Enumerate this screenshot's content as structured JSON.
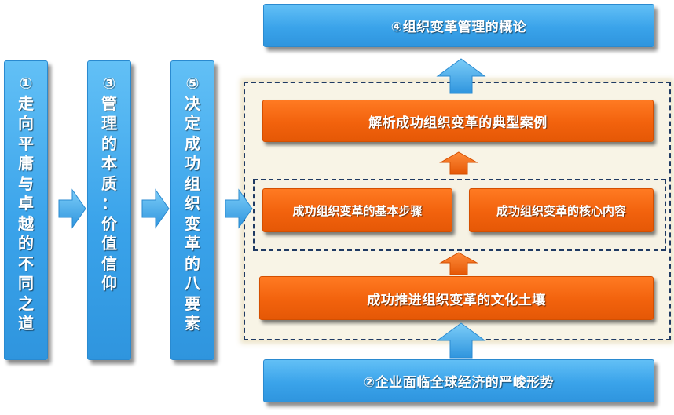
{
  "left_columns": [
    {
      "text": "①走向平庸与卓越的不同之道"
    },
    {
      "text": "③管理的本质：价值信仰"
    },
    {
      "text": "⑤决定成功组织变革的八要素"
    }
  ],
  "top_box": {
    "text": "④组织变革管理的概论"
  },
  "bottom_box": {
    "text": "②企业面临全球经济的严峻形势"
  },
  "framework": {
    "case_box": {
      "text": "解析成功组织变革的典型案例"
    },
    "steps_box": {
      "text": "成功组织变革的基本步骤"
    },
    "core_box": {
      "text": "成功组织变革的核心内容"
    },
    "culture_box": {
      "text": "成功推进组织变革的文化土壤"
    }
  },
  "colors": {
    "blue": "#3aa3ea",
    "orange": "#f2620d",
    "frame_border": "#1f3a63",
    "frame_fill": "#f8f4e6"
  }
}
